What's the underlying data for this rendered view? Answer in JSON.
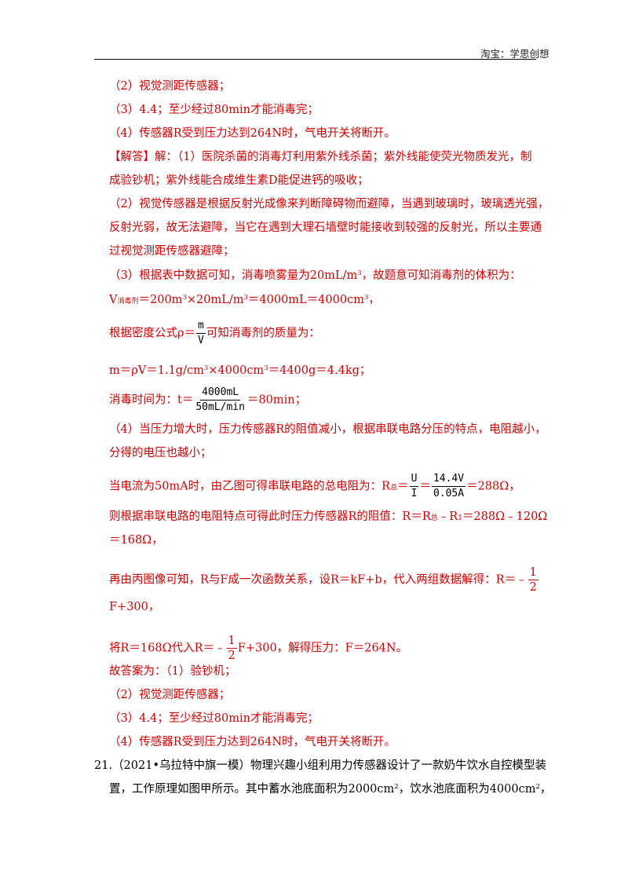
{
  "header": {
    "brand": "淘宝：学思创想"
  },
  "lines": {
    "l01": "（2）视觉测距传感器；",
    "l02": "（3）4.4；至少经过80min才能消毒完；",
    "l03": "（4）传感器R受到压力达到264N时，气电开关将断开。",
    "l04_tag": "【解答】",
    "l04_rest": "解：（1）医院杀菌的消毒灯利用紫外线杀菌；紫外线能使荧光物质发光，制",
    "l05": "成验钞机；紫外线能合成维生素D能促进钙的吸收；",
    "l06": "（2）视觉传感器是根据反射光成像来判断障碍物而避障，当遇到玻璃时，玻璃透光强，",
    "l07": "反射光弱，故无法避障，当它在遇到大理石墙壁时能接收到较强的反射光，所以主要通",
    "l08": "过视觉测距传感器避障；",
    "l09_a": "（3）根据表中数据可知，消毒喷雾量为20mL/m",
    "l09_sup": "3",
    "l09_b": "，故题意可知消毒剂的体积为：",
    "l10_a": "V",
    "l10_sub": "消毒剂",
    "l10_b": "＝200m",
    "l10_sup1": "3",
    "l10_c": "×20mL/m",
    "l10_sup2": "3",
    "l10_d": "＝4000mL＝4000cm",
    "l10_sup3": "3",
    "l10_e": "，",
    "l11_a": "根据密度公式ρ＝",
    "l11_num": "m",
    "l11_den": "V",
    "l11_b": "可知消毒剂的质量为：",
    "l12_a": "m＝ρV＝1.1g/cm",
    "l12_sup1": "3",
    "l12_b": "×4000cm",
    "l12_sup2": "3",
    "l12_c": "＝4400g＝4.4kg；",
    "l13_a": "消毒时间为：t＝",
    "l13_num": "4000mL",
    "l13_den": "50mL/min",
    "l13_b": "＝80min；",
    "l14": "（4）当压力增大时，压力传感器R的阻值减小，根据串联电路分压的特点，电阻越小，",
    "l15": "分得的电压也越小；",
    "l16_a": "当电流为50mA时，由乙图可得串联电路的总电阻为：R",
    "l16_sub": "总",
    "l16_b": "＝",
    "l16_num1": "U",
    "l16_den1": "I",
    "l16_c": "＝",
    "l16_num2": "14.4V",
    "l16_den2": "0.05A",
    "l16_d": "＝288Ω，",
    "l17_a": "则根据串联电路的电阻特点可得此时压力传感器R的阻值：R＝R",
    "l17_sub": "总",
    "l17_b": "﹣R",
    "l17_sub2": "1",
    "l17_c": "＝288Ω﹣120Ω",
    "l18": "＝168Ω，",
    "l19_a": "再由丙图像可知，R与F成一次函数关系，设R＝kF+b，代入两组数据解得：R＝﹣",
    "l19_num": "1",
    "l19_den": "2",
    "l20": "F+300，",
    "l21_a": "将R＝168Ω代入R＝﹣",
    "l21_num": "1",
    "l21_den": "2",
    "l21_b": "F+300，解得压力：F＝264N。",
    "l22": "故答案为：（1）验钞机；",
    "l23": "（2）视觉测距传感器；",
    "l24": "（3）4.4；至少经过80min才能消毒完；",
    "l25": "（4）传感器R受到压力达到264N时，气电开关将断开。",
    "q21_a": "21.（2021•乌拉特中旗一模）物理兴趣小组利用力传感器设计了一款奶牛饮水自控模型装",
    "q21_b": "置，工作原理如图甲所示。其中蓄水池底面积为2000cm",
    "q21_sup1": "2",
    "q21_c": "，饮水池底面积为4000cm",
    "q21_sup2": "2",
    "q21_d": "，"
  },
  "colors": {
    "answer": "#d00000",
    "question": "#000000"
  }
}
